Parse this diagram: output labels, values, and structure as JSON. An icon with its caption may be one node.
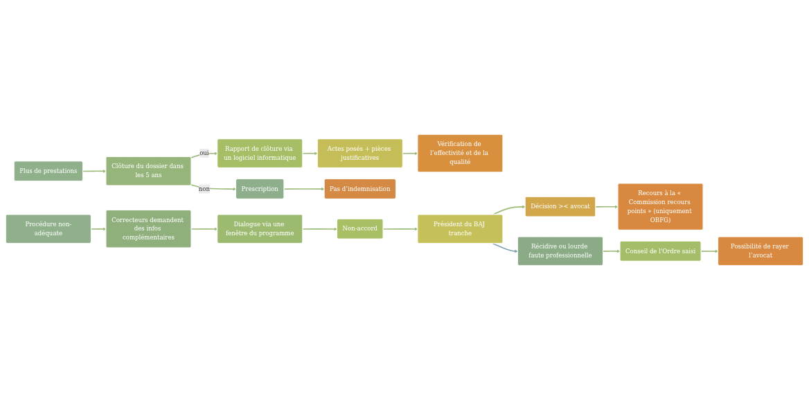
{
  "diagram": {
    "nodes": [
      {
        "text": [
          "Plus de prestations"
        ]
      },
      {
        "text": [
          "Clôture du dossier dans les 5 ans"
        ]
      },
      {
        "text": [
          "Rapport de clôture via un logiciel informatique"
        ]
      },
      {
        "text": [
          "Actes posés + pièces justificatives"
        ]
      },
      {
        "text": [
          "Vérification de l’effectivité et de la qualité"
        ]
      },
      {
        "text": [
          "Prescription"
        ]
      },
      {
        "text": [
          "Pas d’indemnisation"
        ]
      },
      {
        "text": [
          "Procédure non-adéquate"
        ]
      },
      {
        "text": [
          "Correcteurs demandent des infos complémentaires"
        ]
      },
      {
        "text": [
          "Dialogue via une fenêtre du programme"
        ]
      },
      {
        "text": [
          "Non-accord"
        ]
      },
      {
        "text": [
          "Président du BAJ tranche"
        ]
      },
      {
        "text": [
          "Décision >< avocat"
        ]
      },
      {
        "text": [
          "Recours à la « Commission recours points » (uniquement OBFG)"
        ]
      },
      {
        "text": [
          "Récidive ou lourde faute professionnelle"
        ]
      },
      {
        "text": [
          "Conseil de l'Ordre saisi"
        ]
      },
      {
        "text": [
          "Possibilité de rayer l’avocat"
        ]
      }
    ],
    "edges": [
      {
        "from": 0,
        "to": 1,
        "arrow": "to"
      },
      {
        "from": 1,
        "to": 2,
        "arrow": "to",
        "label": "oui"
      },
      {
        "from": 1,
        "to": 5,
        "arrow": "to",
        "label": "non"
      },
      {
        "from": 2,
        "to": 3,
        "arrow": "to"
      },
      {
        "from": 3,
        "to": 4,
        "arrow": "to"
      },
      {
        "from": 5,
        "to": 6,
        "arrow": "to"
      },
      {
        "from": 7,
        "to": 8,
        "arrow": "to"
      },
      {
        "from": 8,
        "to": 9,
        "arrow": "to"
      },
      {
        "from": 9,
        "to": 10,
        "arrow": "to"
      },
      {
        "from": 10,
        "to": 11,
        "arrow": "to"
      },
      {
        "from": 11,
        "to": 12,
        "arrow": "to"
      },
      {
        "from": 12,
        "to": 13,
        "arrow": "to"
      },
      {
        "from": 11,
        "to": 14,
        "arrow": "to",
        "color": "#7fa3b0"
      },
      {
        "from": 14,
        "to": 15,
        "arrow": "to"
      },
      {
        "from": 15,
        "to": 16,
        "arrow": "to"
      }
    ]
  }
}
